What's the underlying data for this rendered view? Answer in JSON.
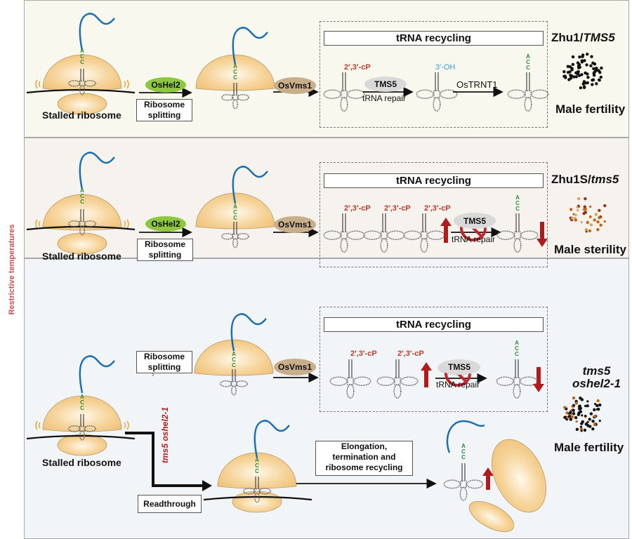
{
  "side_label": "Restrictive temperatures",
  "colors": {
    "panel1_bg": "#f8f8ee",
    "panel2_bg": "#f6f3ee",
    "panel3_bg": "#f2f5f8",
    "ribosome": "#f0c27a",
    "mrna_chain": "#1e6fb0",
    "acc": "#2e8b3a",
    "cyclic_phosphate": "#c0392b",
    "hydroxyl": "#3a9bd0",
    "oshel2": "#8dc63f",
    "osvms1": "#c8ae8a",
    "tms5": "#d9d9d9",
    "inhibit": "#c0262d",
    "arrow_red": "#b01c1c",
    "mutant_label": "#b01c1c"
  },
  "panels": [
    {
      "id": "wild_type",
      "stalled_label": "Stalled ribosome",
      "factor1": "OsHel2",
      "step_box": [
        "Ribosome",
        "splitting"
      ],
      "factor2": "OsVms1",
      "recycling_title": "tRNA recycling",
      "trna_ends": [
        "2′,3′-cP",
        "3′-OH",
        "ACC"
      ],
      "enzyme": "TMS5",
      "repair_label": "tRNA repair",
      "transferase": "OsTRNT1",
      "genotype_plain": "Zhu1/",
      "genotype_italic": "TMS5",
      "phenotype": "Male fertility"
    },
    {
      "id": "tms5_mutant",
      "stalled_label": "Stalled ribosome",
      "factor1": "OsHel2",
      "step_box": [
        "Ribosome",
        "splitting"
      ],
      "factor2": "OsVms1",
      "recycling_title": "tRNA recycling",
      "trna_ends": [
        "2′,3′-cP",
        "2′,3′-cP",
        "2′,3′-cP",
        "ACC"
      ],
      "enzyme": "TMS5",
      "repair_label": "tRNA repair",
      "genotype_plain": "Zhu1S/",
      "genotype_italic": "tms5",
      "phenotype": "Male sterility"
    },
    {
      "id": "double_mutant",
      "stalled_label": "Stalled ribosome",
      "branch_label": "tms5 oshel2-1",
      "step_box": [
        "Ribosome",
        "splitting"
      ],
      "factor2": "OsVms1",
      "recycling_title": "tRNA recycling",
      "trna_ends": [
        "2′,3′-cP",
        "2′,3′-cP",
        "ACC"
      ],
      "enzyme": "TMS5",
      "repair_label": "tRNA repair",
      "readthrough_box": "Readthrough",
      "elongation_box": [
        "Elongation,",
        "termination and",
        "ribosome recycling"
      ],
      "free_trna_end": "ACC",
      "genotype_line1": "tms5",
      "genotype_line2": "oshel2-1",
      "phenotype": "Male fertility"
    }
  ]
}
